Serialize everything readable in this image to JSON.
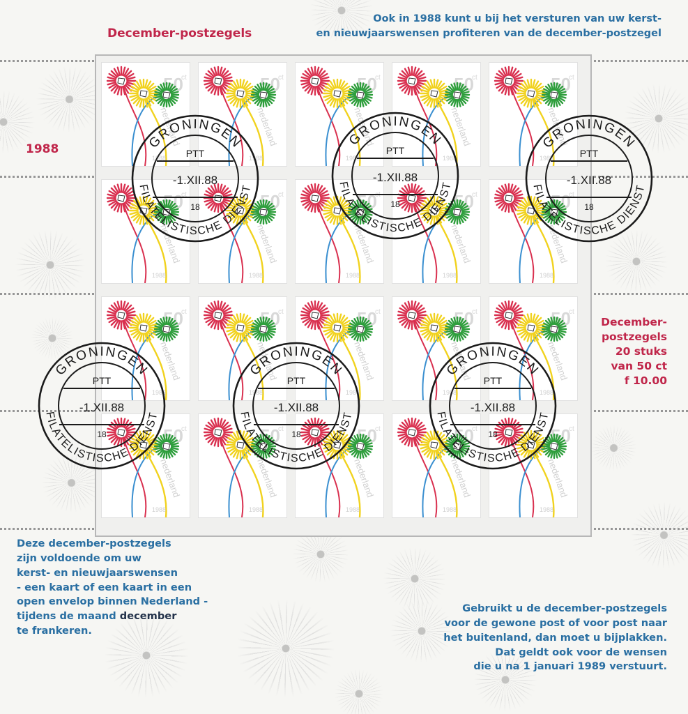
{
  "sheet": {
    "title": "December-postzegels",
    "year": "1988",
    "intro": [
      "Ook in 1988 kunt u bij het versturen van uw kerst-",
      "en nieuwjaarswensen profiteren van de december-postzegel"
    ],
    "price": [
      "December-",
      "postzegels",
      "20 stuks",
      "van 50 ct",
      "f 10.00"
    ],
    "left_info": [
      "Deze december-postzegels",
      "zijn voldoende om uw",
      "kerst- en nieuwjaarswensen",
      "- een kaart of een kaart in een",
      "open envelop binnen Nederland -",
      "tijdens de maand",
      "december",
      "te frankeren."
    ],
    "right_info": [
      "Gebruikt u de december-postzegels",
      "voor de gewone post of voor post naar",
      "het buitenland, dan moet u bijplakken.",
      "Dat geldt ook voor de wensen",
      "die u na 1 januari 1989 verstuurt."
    ]
  },
  "stamp": {
    "value": "50",
    "unit": "ct",
    "country": "nederland",
    "year": "1988",
    "count": 20,
    "colors": {
      "red": "#d9304f",
      "yellow": "#f1d21e",
      "green": "#2e9e3c",
      "blue": "#3a8fd0"
    }
  },
  "postmark": {
    "city": "GRONINGEN",
    "service": "FILATELISTISCHE DIENST",
    "office": "PTT",
    "date": "-1.XII.88",
    "hour": "18"
  }
}
